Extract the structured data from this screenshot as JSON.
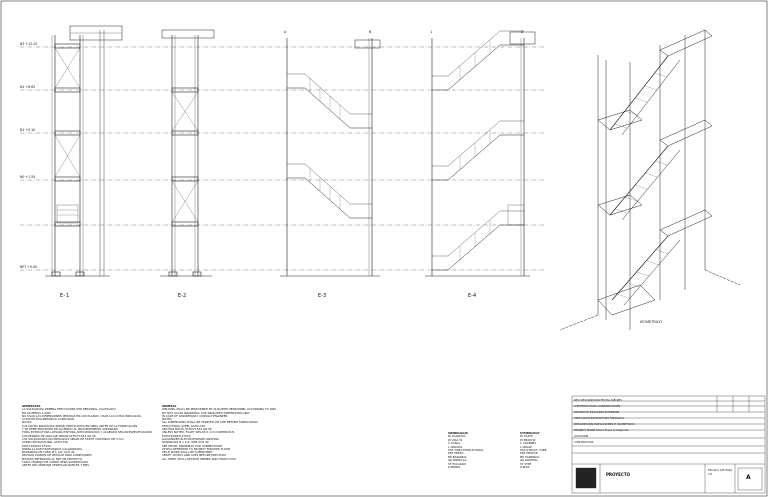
{
  "views": [
    {
      "label": "E-1"
    },
    {
      "label": "E-2"
    },
    {
      "label": "E-3"
    },
    {
      "label": "E-4"
    }
  ],
  "level_marks": [
    "N3 +12.20",
    "N2 +8.65",
    "N1 +5.10",
    "N0 +1.55",
    "NPT +0.00"
  ],
  "axis_marks": [
    "A",
    "B",
    "1",
    "2"
  ],
  "notes_left": {
    "heading": "GENERALES",
    "lines": [
      "LA SOLDADURA DEBERÁ EFECTUARSE POR PERSONAL CALIFICADO",
      "DE ACUERDO A AWS",
      "NO USAR LAS DIMENSIONES MEDIDAS EN LOS PLANOS, USAR LAS COTAS INDICADAS",
      "SI EXISTE DISCREPANCIA CONSULTAR",
      "NOTAS",
      "LOS DATOS INDICADOS SERÁN VERIFICADOS EN OBRA ANTES DE LA FABRICACIÓN",
      "Y SE DEBE PROCEDER DE ACUERDO AL PROCEDIMIENTO APROBADO",
      "TODA ESTRUCTURA LLEVARÁ PINTURA ANTICORROSIVA Y ACABADO SEGÚN ESPECIFICACIÓN",
      "LOS PERNOS DE ANCLAJE SERÁN ASTM F1554 GR.36",
      "LAS SOLDADURAS NO INDICADAS SERÁN DE FILETE CONTINUO DE 5 mm",
      "ACERO ESTRUCTURAL ASTM A36",
      "ELECTRODOS E70XX",
      "PARRILLA ELECTROFORJADA GALVANIZADA",
      "BARANDAS DE TUBO Ø 1 1/2\" SCH 40",
      "REVISAR PLANOS DE DETALLE PARA CONEXIONES",
      "NIVELES REFERIDOS AL NPT DE PROYECTO",
      "TODO TRABAJO DE CAMPO SERÁ SUPERVISADO",
      "ANTES DEL MONTAJE VERIFICAR NIVELES Y EJES"
    ]
  },
  "notes_mid": {
    "heading": "GENERAL",
    "lines": [
      "WELDING SHALL BE PERFORMED BY QUALIFIED PERSONNEL ACCORDING TO AWS",
      "DO NOT SCALE DRAWINGS, USE INDICATED DIMENSIONS ONLY",
      "IN CASE OF DISCREPANCY CONSULT ENGINEER",
      "NOTES",
      "ALL DIMENSIONS SHALL BE VERIFIED ON SITE BEFORE FABRICATION",
      "STRUCTURAL STEEL ASTM A36",
      "ANCHOR BOLTS ASTM F1554 GR.36",
      "UNLESS NOTED, FILLET WELDS 5 mm CONTINUOUS",
      "ELECTRODES E70XX",
      "GALVANIZED ELECTROFORGED GRATING",
      "HANDRAILS Ø 1 1/2\" PIPE SCH 40",
      "SEE DETAIL DRAWINGS FOR CONNECTIONS",
      "LEVELS REFERRED TO PROJECT FINISHED FLOOR",
      "FIELD WORK SHALL BE SUPERVISED",
      "VERIFY LEVELS AND AXES BEFORE ERECTION",
      "ALL STEEL SHALL RECEIVE PRIMER AND FINISH COAT"
    ]
  },
  "symbology": {
    "heading_1": "SIMBOLOGÍA",
    "items_1": [
      "PL PLANCHA",
      "W VIGA W",
      "C CANAL",
      "L ÁNGULO",
      "HSS TUBO ESTRUCTURAL",
      "PTR PERFIL",
      "BR BARANDA",
      "GR PARRILLA",
      "ST ESCALÓN",
      "P PERNO"
    ],
    "heading_2": "SYMBOLOGY",
    "items_2": [
      "PL PLATE",
      "W BEAM W",
      "C CHANNEL",
      "L ANGLE",
      "HSS STRUCT. TUBE",
      "PTR PROFILE",
      "BR HANDRAIL",
      "GR GRATING",
      "ST STEP",
      "P BOLT"
    ]
  },
  "title_block": {
    "rows": [
      "REV  DESCRIPCIÓN  FECHA  DIB  REV",
      "0  EMITIDO PARA CONSTRUCCIÓN",
      "PROYECTO  ESCALERA EXTERIOR",
      "UBICACIÓN  ESTRUCTURA METÁLICA",
      "DESCRIPCIÓN  ELEVACIONES E ISOMÉTRICO",
      "PROJECT NAME  Stairs Fixed & Supports",
      "LOCATION",
      "CONTRACTOR",
      "ESCALA  S/E   HOJA  1/1"
    ],
    "sheet_code": "PROYECTO",
    "rev": "A"
  },
  "iso_label": "ISOMÉTRICO"
}
